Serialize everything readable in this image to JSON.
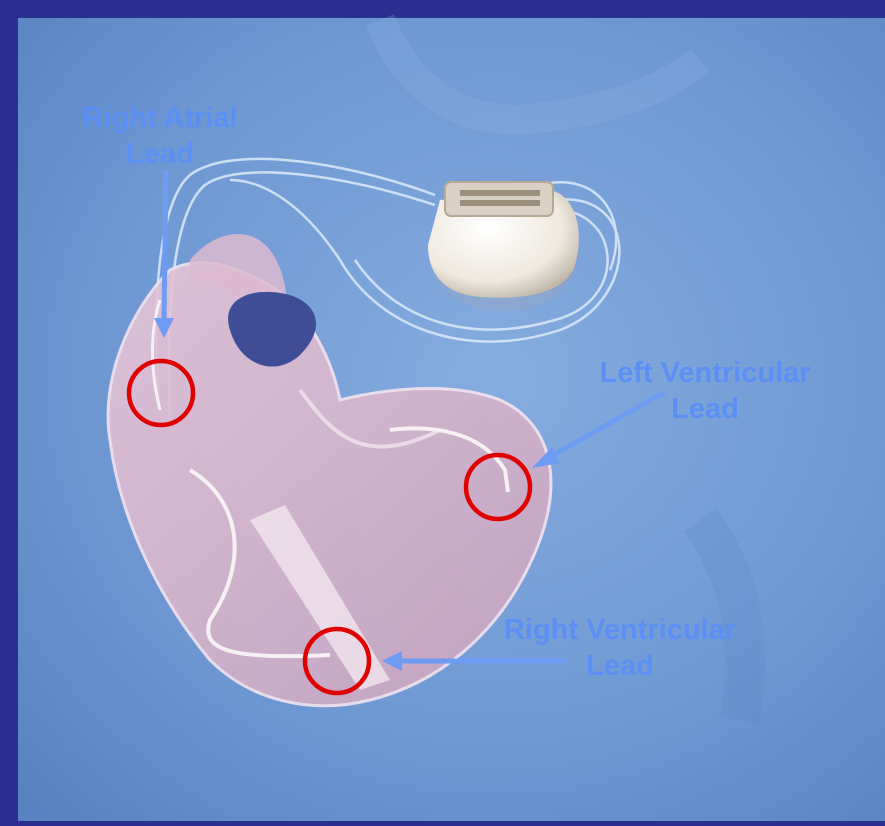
{
  "labels": {
    "right_atrial": {
      "line1": "Right Atrial",
      "line2": "Lead"
    },
    "left_ventricular": {
      "line1": "Left Ventricular",
      "line2": "Lead"
    },
    "right_ventricular": {
      "line1": "Right Ventricular",
      "line2": "Lead"
    }
  },
  "colors": {
    "slide_border": "#2b2f8f",
    "background": "#6f98d3",
    "label_text": "#5b8ff4",
    "arrow": "#6e9cf4",
    "highlight_circle": "#e00000",
    "pacemaker_case": "#efe9df",
    "heart_tissue": "#d7b3c8"
  },
  "icons": {
    "device": "pacemaker-icon",
    "organ": "heart-icon",
    "marker": "highlight-circle-icon"
  }
}
